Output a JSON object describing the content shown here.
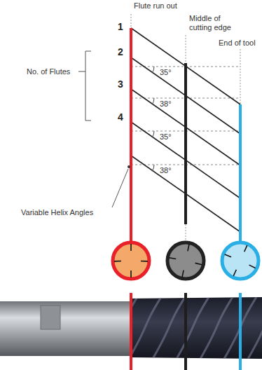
{
  "diagram": {
    "labels": [
      "Flute run out",
      "1",
      "Middle of cutting edge",
      "End of tool",
      "2",
      "No. of Flutes",
      "35°",
      "3",
      "38°",
      "4",
      "35°",
      "38°",
      "Variable Helix Angles"
    ]
  }
}
